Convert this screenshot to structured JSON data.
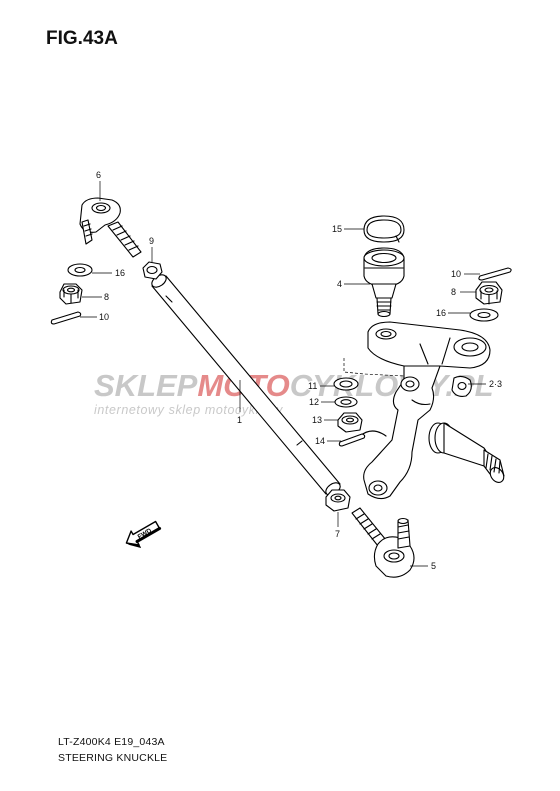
{
  "figure": {
    "title": "FIG.43A",
    "model_code": "LT-Z400K4 E19_043A",
    "section_name": "STEERING KNUCKLE"
  },
  "watermark": {
    "brand_part1": "SKLEP",
    "brand_part2": "MOTO",
    "brand_part3": "CYKLOWY.PL",
    "tagline": "internetowy sklep motocyklowy",
    "colors": {
      "gray": "#c8c8c8",
      "red": "#e58a8a"
    }
  },
  "fwd_label": "FWD",
  "callouts": [
    {
      "id": "c-6",
      "number": "6",
      "part": "tie rod end"
    },
    {
      "id": "c-9",
      "number": "9",
      "part": "nut"
    },
    {
      "id": "c-16a",
      "number": "16",
      "part": "washer"
    },
    {
      "id": "c-8a",
      "number": "8",
      "part": "castle nut"
    },
    {
      "id": "c-10a",
      "number": "10",
      "part": "cotter pin"
    },
    {
      "id": "c-1",
      "number": "1",
      "part": "tie rod"
    },
    {
      "id": "c-7",
      "number": "7",
      "part": "nut"
    },
    {
      "id": "c-15",
      "number": "15",
      "part": "circlip"
    },
    {
      "id": "c-4",
      "number": "4",
      "part": "ball joint"
    },
    {
      "id": "c-10b",
      "number": "10",
      "part": "cotter pin"
    },
    {
      "id": "c-8b",
      "number": "8",
      "part": "castle nut"
    },
    {
      "id": "c-16b",
      "number": "16",
      "part": "washer"
    },
    {
      "id": "c-23",
      "number": "2·3",
      "part": "steering knuckle"
    },
    {
      "id": "c-11",
      "number": "11",
      "part": "washer"
    },
    {
      "id": "c-12",
      "number": "12",
      "part": "washer"
    },
    {
      "id": "c-13",
      "number": "13",
      "part": "castle nut"
    },
    {
      "id": "c-14",
      "number": "14",
      "part": "cotter pin"
    },
    {
      "id": "c-5",
      "number": "5",
      "part": "tie rod end"
    }
  ]
}
